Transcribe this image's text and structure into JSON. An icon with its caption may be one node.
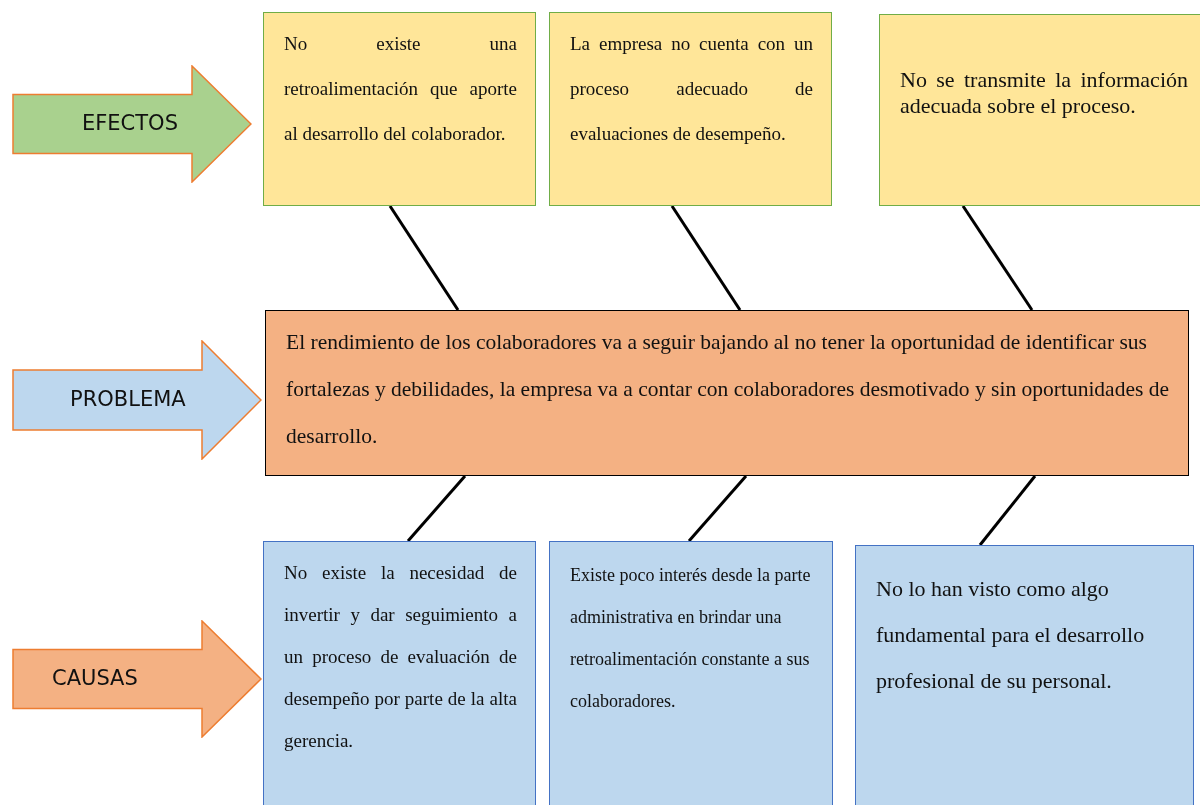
{
  "diagram": {
    "nodes": [
      {
        "text": [
          "EFECTOS"
        ]
      },
      {
        "text": [
          "No existe una retroalimentación que aporte al desarrollo del colaborador."
        ]
      },
      {
        "text": [
          "La empresa no cuenta con un proceso adecuado de evaluaciones de desempeño."
        ]
      },
      {
        "text": [
          "No se transmite la información adecuada sobre el proceso."
        ]
      },
      {
        "text": [
          "PROBLEMA"
        ]
      },
      {
        "text": [
          "El rendimiento de los colaboradores va a seguir bajando al no tener la oportunidad de identificar sus fortalezas y debilidades, la empresa va a contar con colaboradores desmotivado y sin oportunidades de desarrollo."
        ]
      },
      {
        "text": [
          "CAUSAS"
        ]
      },
      {
        "text": [
          "No existe la necesidad de invertir y dar seguimiento a un proceso de evaluación de desempeño por parte de la alta gerencia."
        ]
      },
      {
        "text": [
          "Existe poco interés desde la parte administrativa en brindar una retroalimentación constante a sus colaboradores."
        ]
      },
      {
        "text": [
          "No lo han visto como algo fundamental para el desarrollo profesional de su personal."
        ]
      }
    ],
    "edges": [
      {
        "from": 1,
        "to": 5,
        "arrow": "none"
      },
      {
        "from": 2,
        "to": 5,
        "arrow": "none"
      },
      {
        "from": 3,
        "to": 5,
        "arrow": "none"
      },
      {
        "from": 7,
        "to": 5,
        "arrow": "none"
      },
      {
        "from": 8,
        "to": 5,
        "arrow": "none"
      },
      {
        "from": 9,
        "to": 5,
        "arrow": "none"
      }
    ]
  }
}
